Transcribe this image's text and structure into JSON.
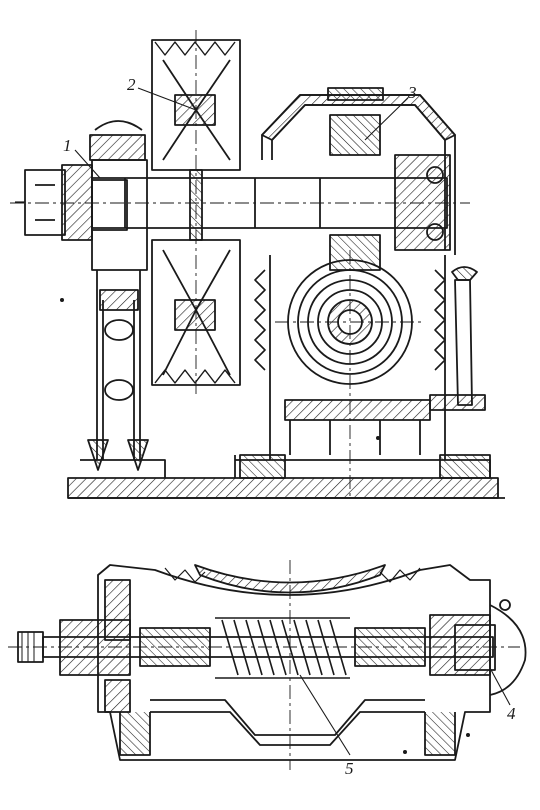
{
  "colors": {
    "ink": "#1a1a1a",
    "paper": "#ffffff"
  },
  "callouts": {
    "c1": "1",
    "c2": "2",
    "c3": "3",
    "c4": "4",
    "c5": "5"
  }
}
